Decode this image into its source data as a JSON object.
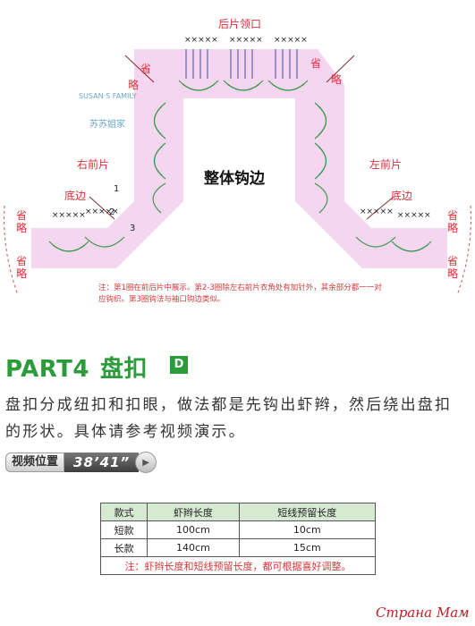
{
  "diagram": {
    "label_top": "后片领口",
    "label_sheng_l1": "省",
    "label_lue_l1": "略",
    "label_sheng_r1": "省",
    "label_lue_r1": "略",
    "label_left_front": "右前片",
    "label_right_front": "左前片",
    "label_left_bottom": "底边",
    "label_right_bottom": "底边",
    "label_sheng_l2": "省",
    "label_lue_l2": "略",
    "label_sheng_l3": "省",
    "label_lue_l3": "略",
    "label_sheng_r2": "省",
    "label_lue_r2": "略",
    "label_sheng_r3": "省",
    "label_lue_r3": "略",
    "center_title": "整体钩边",
    "stitch_mark": "×××××",
    "num_1": "1",
    "num_2": "2",
    "num_3": "3",
    "watermark_top": "SUSAN·S FAMILY",
    "watermark_cn": "苏苏姐家",
    "note": "注：第1圈在前后片中展示。第2-3圈除左右前片衣角处有加针外，其余部分都一一对应钩织。第3圈钩法与袖口钩边类似。"
  },
  "part": {
    "title_en": "PART4",
    "title_cn": "盘扣",
    "badge": "D"
  },
  "description": "盘扣分成纽扣和扣眼，做法都是先钩出虾辫，然后绕出盘扣的形状。具体请参考视频演示。",
  "video": {
    "label": "视频位置",
    "time": "38’41”",
    "play_icon": "▶"
  },
  "table": {
    "headers": [
      "款式",
      "虾辫长度",
      "短线预留长度"
    ],
    "rows": [
      [
        "短款",
        "100cm",
        "10cm"
      ],
      [
        "长款",
        "140cm",
        "15cm"
      ]
    ],
    "note": "注：虾辫长度和短线预留长度，都可根据喜好调整。"
  },
  "brand": "Страна Мам",
  "colors": {
    "green": "#2a9d3a",
    "pink_band": "#f3d3ef",
    "red_text": "#e0303a"
  }
}
